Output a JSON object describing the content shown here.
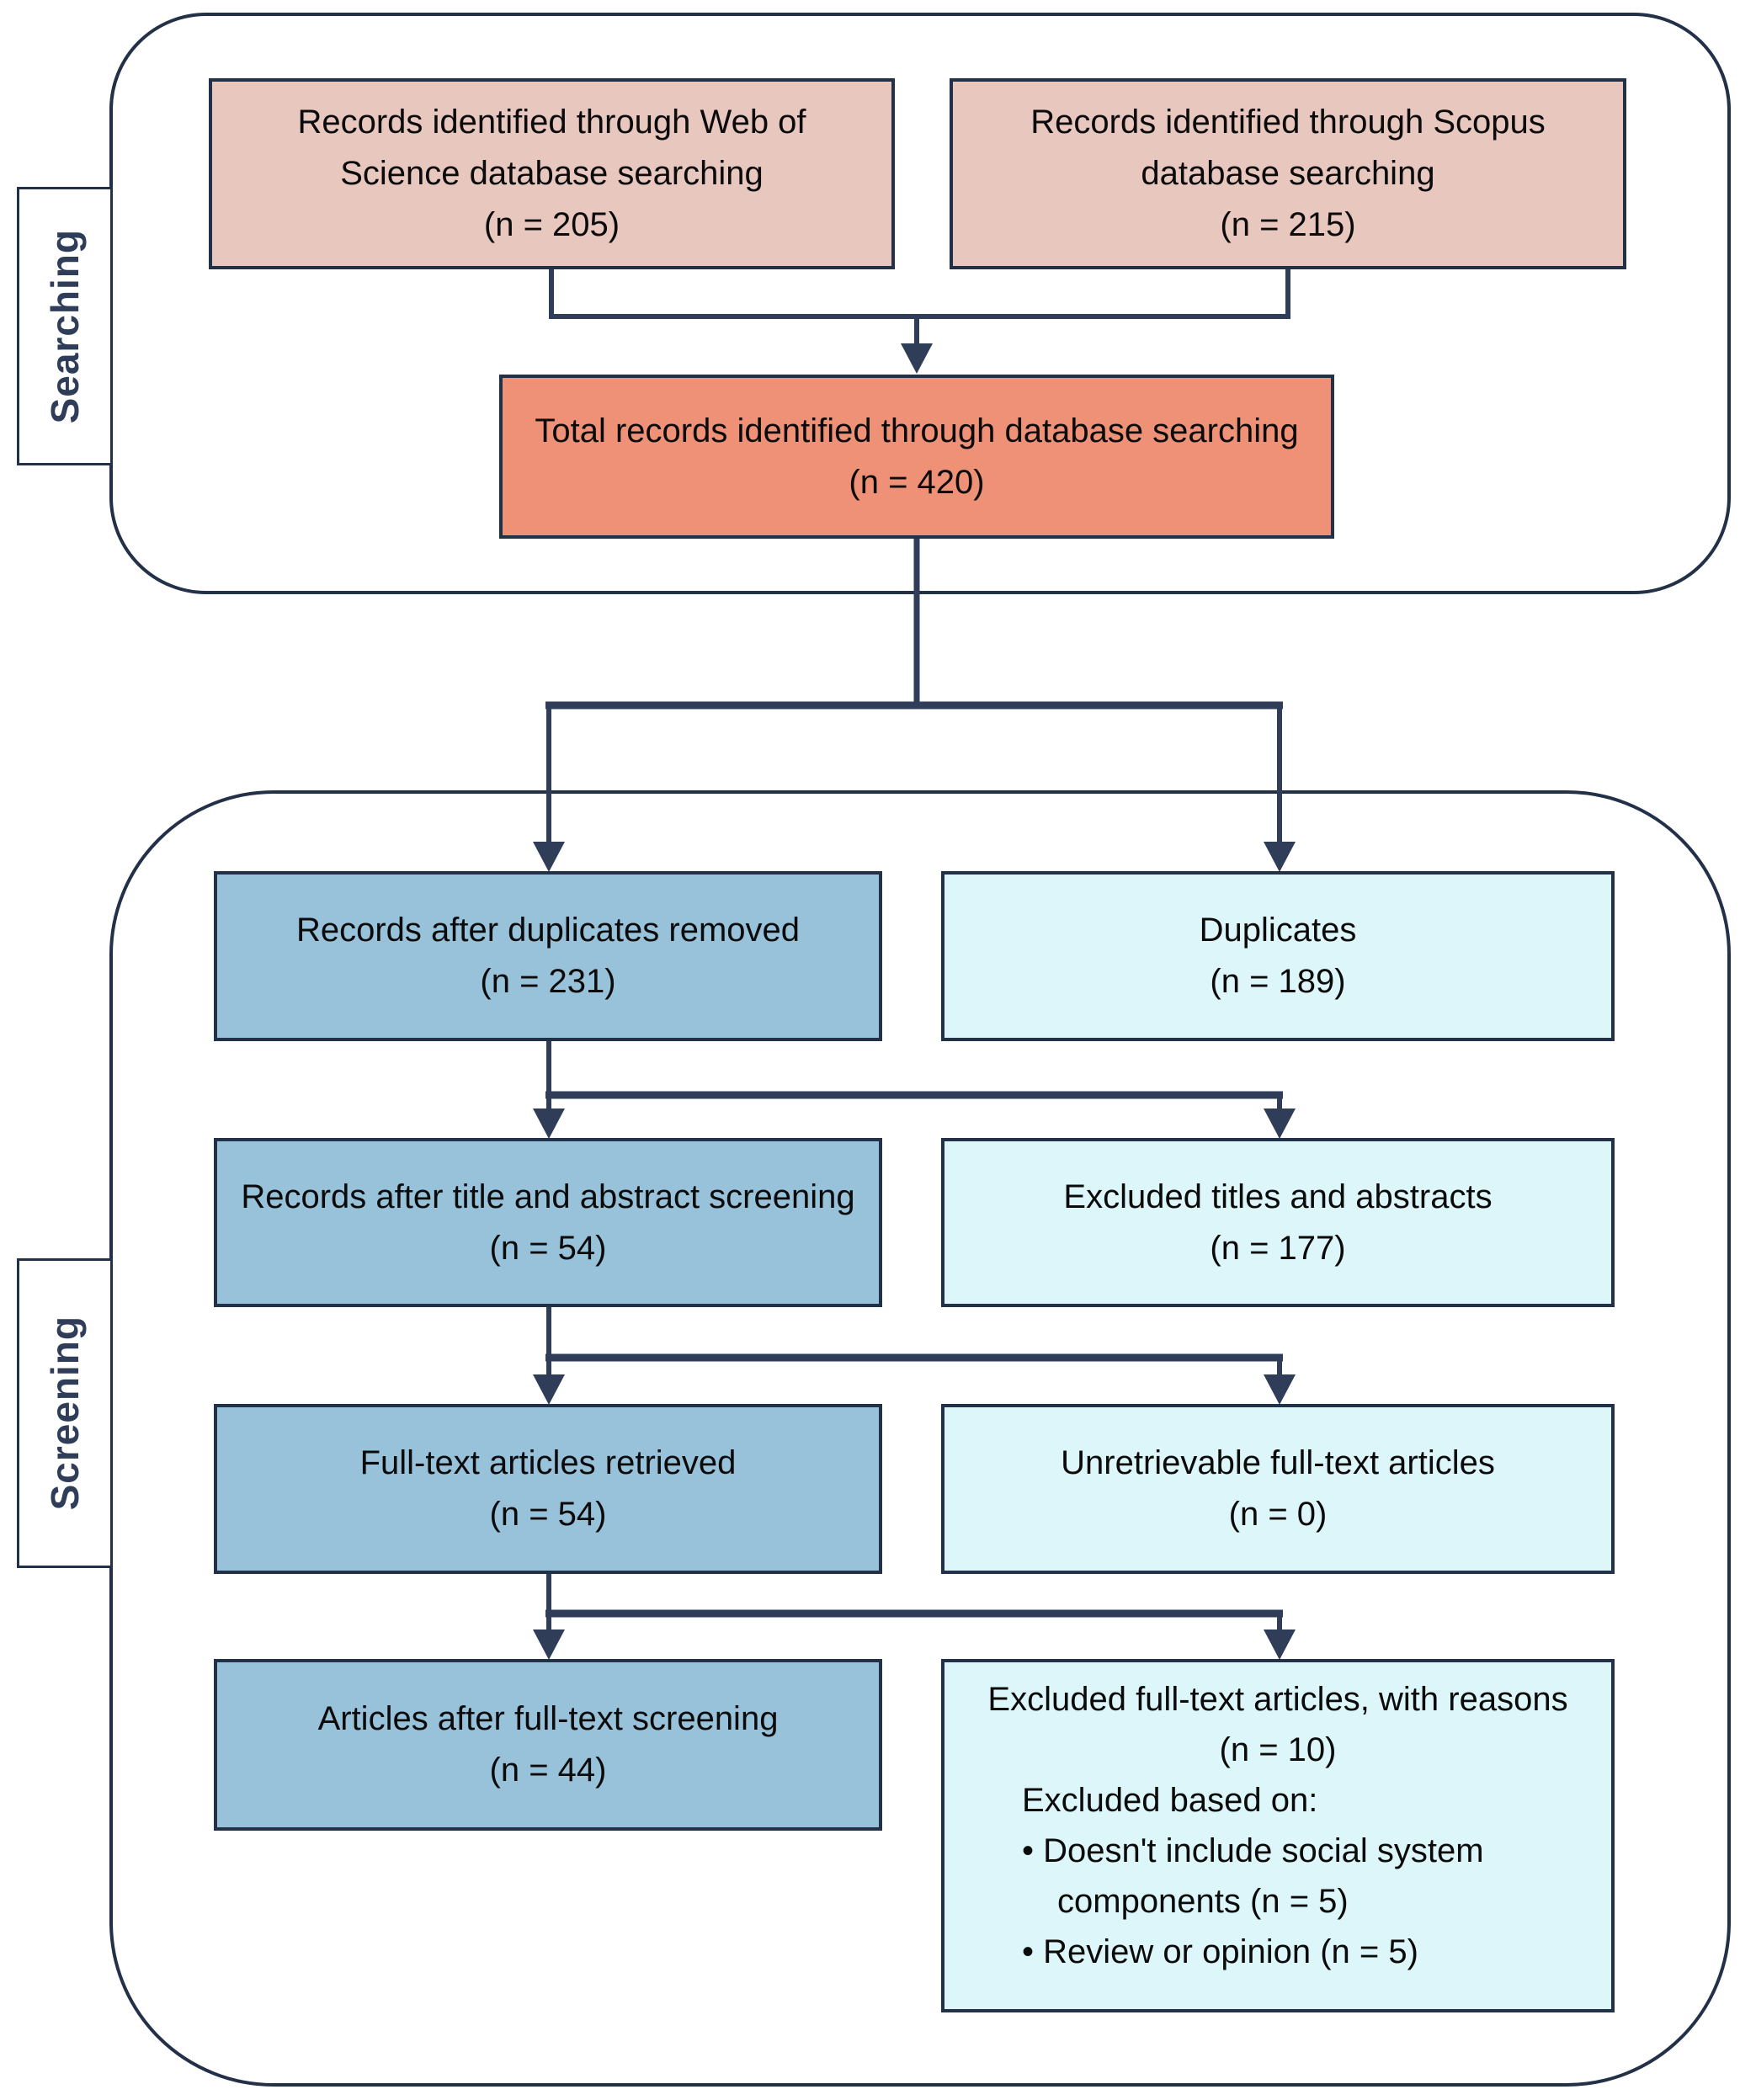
{
  "sections": {
    "searching": {
      "label": "Searching"
    },
    "screening": {
      "label": "Screening"
    }
  },
  "boxes": {
    "wos": {
      "text": "Records identified through Web of Science database searching",
      "count": "(n = 205)"
    },
    "scopus": {
      "text": "Records identified through Scopus database searching",
      "count": "(n = 215)"
    },
    "total": {
      "text": "Total records identified through database searching",
      "count": "(n = 420)"
    },
    "dup_removed": {
      "text": "Records after duplicates removed",
      "count": "(n = 231)"
    },
    "duplicates": {
      "text": "Duplicates",
      "count": "(n = 189)"
    },
    "title_abstract": {
      "text": "Records after title and abstract screening",
      "count": "(n = 54)"
    },
    "excluded_titles": {
      "text": "Excluded titles and abstracts",
      "count": "(n = 177)"
    },
    "fulltext_retrieved": {
      "text": "Full-text articles retrieved",
      "count": "(n = 54)"
    },
    "unretrievable": {
      "text": "Unretrievable full-text articles",
      "count": "(n = 0)"
    },
    "after_fulltext": {
      "text": "Articles after full-text screening",
      "count": "(n = 44)"
    },
    "excluded_fulltext": {
      "text": "Excluded full-text articles, with reasons",
      "count": "(n = 10)",
      "subtitle": "Excluded based on:",
      "bullets": [
        "Doesn't include social system components (n = 5)",
        "Review or opinion (n = 5)"
      ]
    }
  },
  "colors": {
    "pink": "#e8c7bf",
    "salmon": "#ee9176",
    "blue": "#98c1da",
    "cyan": "#ddf6fa",
    "line": "#2f3d58",
    "border": "#223048",
    "labeltext": "#2f3d58",
    "page": "#ffffff"
  }
}
